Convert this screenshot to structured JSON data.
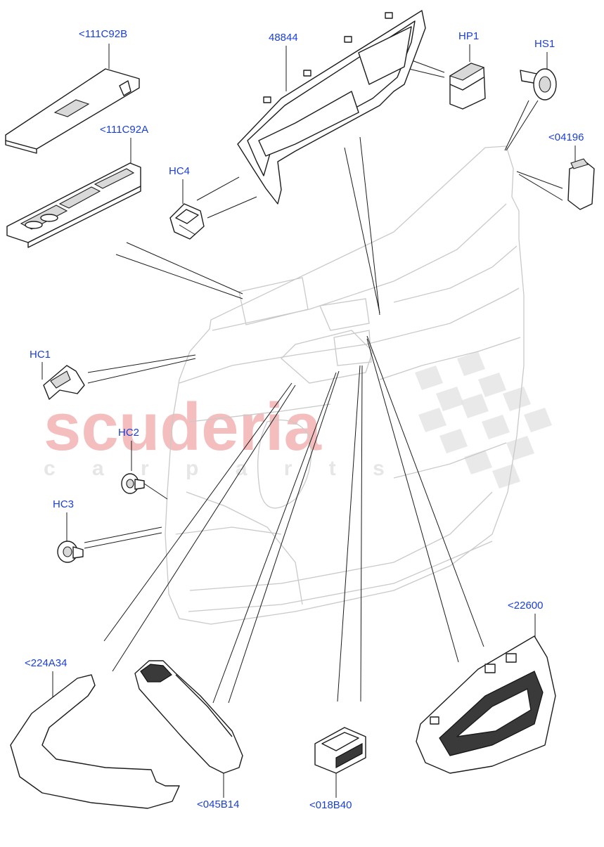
{
  "watermark": {
    "brand": "scuderia",
    "sub": "c a r   p a r t s",
    "color": "#f2a8a8"
  },
  "callouts": [
    {
      "key": "p111c92b",
      "label": "<111C92B"
    },
    {
      "key": "p48844",
      "label": "48844"
    },
    {
      "key": "hp1",
      "label": "HP1"
    },
    {
      "key": "hs1",
      "label": "HS1"
    },
    {
      "key": "p111c92a",
      "label": "<111C92A"
    },
    {
      "key": "p04196",
      "label": "<04196"
    },
    {
      "key": "hc4",
      "label": "HC4"
    },
    {
      "key": "hc1",
      "label": "HC1"
    },
    {
      "key": "hc2",
      "label": "HC2"
    },
    {
      "key": "hc3",
      "label": "HC3"
    },
    {
      "key": "p22600",
      "label": "<22600"
    },
    {
      "key": "p224a34",
      "label": "<224A34"
    },
    {
      "key": "p045b14",
      "label": "<045B14"
    },
    {
      "key": "p018b40",
      "label": "<018B40"
    }
  ],
  "colors": {
    "callout": "#1a3fd6",
    "line": "#1c1c1c",
    "door_outline": "#c9c9c9"
  }
}
